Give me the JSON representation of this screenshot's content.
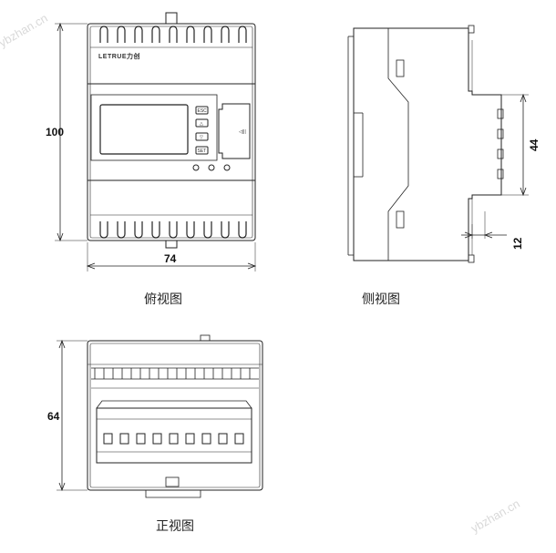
{
  "views": {
    "top": {
      "caption": "俯视图",
      "dims": {
        "height": "100",
        "width": "74"
      },
      "brand": "LETRUE力创",
      "buttons": [
        "ESC",
        "△",
        "▽",
        "SET"
      ],
      "terminal_mark": "◁|||"
    },
    "side": {
      "caption": "侧视图",
      "dims": {
        "rail": "44",
        "offset": "12"
      }
    },
    "front": {
      "caption": "正视图",
      "dims": {
        "height": "64"
      }
    }
  },
  "watermarks": [
    "ybzhan.cn",
    "ybzhan.cn"
  ]
}
